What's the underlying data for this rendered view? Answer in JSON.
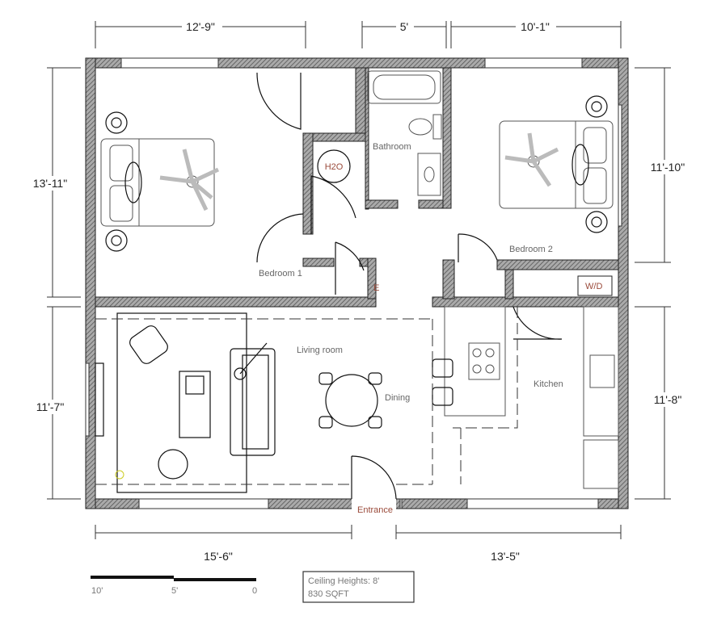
{
  "title": "Floor plan",
  "dimensions": {
    "top": [
      "12'-9\"",
      "5'",
      "10'-1\""
    ],
    "left": [
      "13'-11\"",
      "11'-7\""
    ],
    "right": [
      "11'-10\"",
      "11'-8\""
    ],
    "bottom": [
      "15'-6\"",
      "13'-5\""
    ]
  },
  "rooms": {
    "bedroom1": "Bedroom 1",
    "water_heater": "H2O",
    "bathroom": "Bathroom",
    "bedroom2": "Bedroom 2",
    "electrical": "E",
    "washer_dryer": "W/D",
    "living_room": "Living room",
    "dining": "Dining",
    "kitchen": "Kitchen",
    "entrance": "Entrance"
  },
  "scale_bar": {
    "labels": [
      "10'",
      "5'",
      "0"
    ]
  },
  "info": {
    "ceiling": "Ceiling Heights: 8'",
    "area": "830 SQFT"
  },
  "colors": {
    "wall": "#777777",
    "annotation": "#9a4a3a"
  }
}
